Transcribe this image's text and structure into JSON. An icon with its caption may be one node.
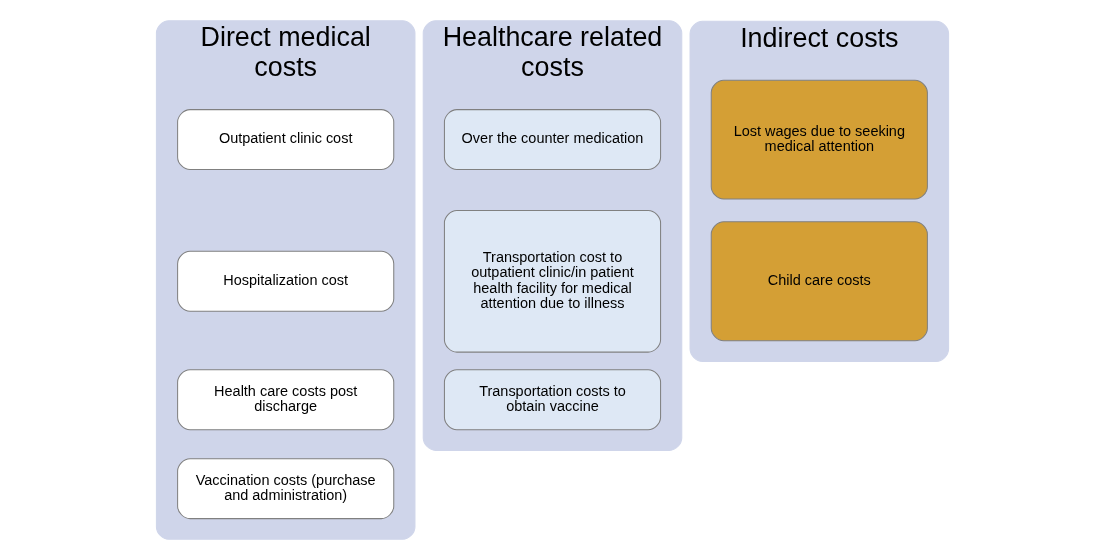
{
  "diagram": {
    "nodes": [
      {
        "text": [
          "Direct medical costs"
        ]
      },
      {
        "text": [
          "Outpatient clinic cost"
        ],
        "in": 0
      },
      {
        "text": [
          "Hospitalization cost"
        ],
        "in": 0
      },
      {
        "text": [
          "Health care costs post discharge"
        ],
        "in": 0
      },
      {
        "text": [
          "Vaccination costs (purchase and administration)"
        ],
        "in": 0
      },
      {
        "text": [
          "Healthcare related costs"
        ]
      },
      {
        "text": [
          "Over the counter medication"
        ],
        "in": 5
      },
      {
        "text": [
          "Transportation cost to outpatient clinic/in patient health facility for medical attention due to illness"
        ],
        "in": 5
      },
      {
        "text": [
          "Transportation costs to obtain vaccine"
        ],
        "in": 5
      },
      {
        "text": [
          "Indirect costs"
        ]
      },
      {
        "text": [
          "Lost wages due to seeking medical attention"
        ],
        "in": 9
      },
      {
        "text": [
          "Child care costs"
        ],
        "in": 9
      }
    ],
    "edges": []
  }
}
